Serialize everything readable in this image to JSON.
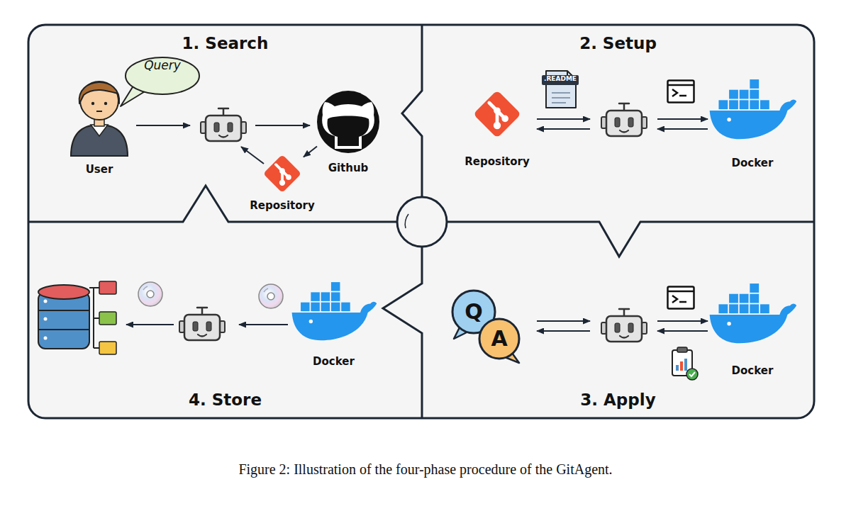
{
  "diagram": {
    "caption": "Figure 2: Illustration of the four-phase procedure of the GitAgent.",
    "nodes": [
      {
        "text": [
          "1. Search"
        ]
      },
      {
        "text": [
          "Query"
        ],
        "in": 0
      },
      {
        "text": [
          "User"
        ],
        "in": 0
      },
      {
        "text": [
          "Github"
        ],
        "in": 0
      },
      {
        "text": [
          "Repository"
        ],
        "in": 0
      },
      {
        "text": [
          "2. Setup"
        ]
      },
      {
        "text": [
          "Repository"
        ],
        "in": 5
      },
      {
        "text": [
          "Docker"
        ],
        "in": 5
      },
      {
        "text": [
          "3. Apply"
        ]
      },
      {
        "text": [
          "Q",
          "A"
        ],
        "in": 8
      },
      {
        "text": [
          "Docker"
        ],
        "in": 8
      },
      {
        "text": [
          "4. Store"
        ]
      },
      {
        "text": [
          "Docker"
        ],
        "in": 11
      }
    ],
    "edges": [
      {
        "from": 3,
        "to": 4,
        "arrow": "to"
      }
    ],
    "labels": [
      ".README"
    ]
  }
}
